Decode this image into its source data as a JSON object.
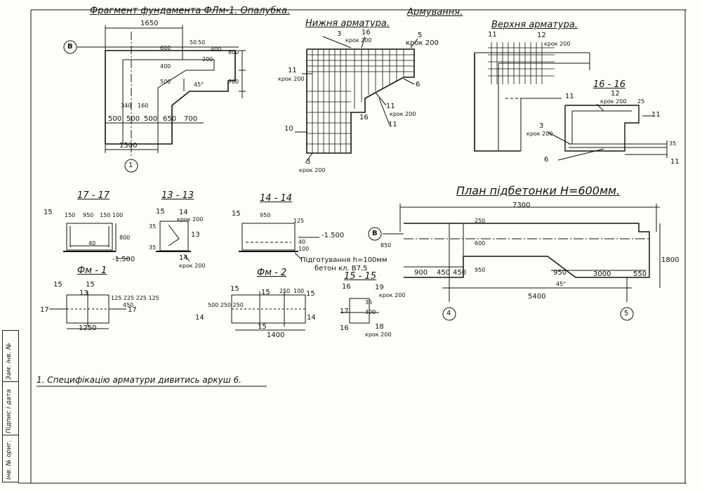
{
  "titles": {
    "formwork": "Фрагмент фундамента ФЛм-1. Опалубка.",
    "reinforcement": "Армування.",
    "bottom": "Нижня арматура.",
    "top": "Верхня арматура.",
    "sec1616": "16 - 16",
    "sec1717": "17 - 17",
    "sec1313": "13 - 13",
    "sec1414": "14 - 14",
    "fm1": "Фм - 1",
    "fm2": "Фм - 2",
    "sec1515": "15 - 15",
    "plan": "План підбетонки Н=600мм."
  },
  "formwork": {
    "axisB": "В",
    "axis1": "1",
    "d1650": "1650",
    "d800": "800",
    "d700": "700",
    "d400a": "400",
    "d600": "600",
    "d50a": "50",
    "d50b": "50",
    "d200": "200",
    "d400b": "400",
    "d500v": "500",
    "ang45": "45°",
    "d340": "340",
    "d160": "160",
    "b500a": "500",
    "b500b": "500",
    "b500c": "500",
    "b650": "650",
    "b700": "700",
    "d1500": "1500"
  },
  "bottom": {
    "m3": "3",
    "m16": "16",
    "m5": "5",
    "step200a": "крок 200",
    "m11": "11",
    "step200b": "крок 200",
    "m6": "6",
    "m11b": "11",
    "step200c": "крок 200",
    "m16b": "16",
    "m11c": "11",
    "m10": "10",
    "m3b": "3",
    "step200d": "крок 200"
  },
  "top": {
    "m11": "11",
    "m12": "12",
    "step200a": "крок 200",
    "m11b": "11",
    "m12b": "12",
    "step200b": "крок 200",
    "m25": "25",
    "m11c": "11",
    "m3": "3",
    "step200c": "крок 200",
    "m35": "35",
    "m6": "6",
    "m11d": "11"
  },
  "s1717": {
    "m15": "15",
    "d150a": "150",
    "d950": "950",
    "d150b": "150",
    "d100": "100",
    "d800": "800",
    "d40": "40",
    "lvl": "-1.500"
  },
  "s1313": {
    "m15": "15",
    "m14": "14",
    "step200a": "крок 200",
    "m13": "13",
    "m35a": "35",
    "m35b": "35",
    "m14b": "14",
    "step200b": "крок 200"
  },
  "s1414": {
    "m15": "15",
    "d950": "950",
    "d125": "125",
    "d40": "40",
    "d100": "100",
    "lvl": "-1.500",
    "prep": "Підготування h=100мм",
    "concrete": "бетон кл. В7,5"
  },
  "fm1": {
    "m15": "15",
    "m15b": "15",
    "m13": "13",
    "m17a": "17",
    "m17b": "17",
    "d1250": "1250",
    "dims": "125 225 225 125",
    "d450": "450"
  },
  "fm2": {
    "m15": "15",
    "m15b": "15",
    "m15c": "15",
    "d250": "250",
    "d100": "100",
    "m14a": "14",
    "m14b": "14",
    "dims": "500 250 250",
    "d1400": "1400",
    "m15d": "15"
  },
  "s1515": {
    "m16": "16",
    "m19": "19",
    "step200a": "крок 200",
    "m17": "17",
    "m16b": "16",
    "m18": "18",
    "step200b": "крок 200",
    "d300": "300",
    "d35": "35"
  },
  "plan": {
    "axisB": "В",
    "axis4": "4",
    "axis5": "5",
    "d7300": "7300",
    "d250": "250",
    "d600": "600",
    "d850": "850",
    "d950v": "950",
    "d1800": "1800",
    "d900": "900",
    "d450a": "450",
    "d450b": "450",
    "d950": "950",
    "d3000": "3000",
    "d550": "550",
    "ang45": "45°",
    "d5400": "5400"
  },
  "note": "1. Специфікацію арматури дивитись аркуш 6.",
  "stamp": {
    "inv_orig": "Інв. № ориг.",
    "sign_date": "Підпис і дата",
    "replace_inv": "Зам. інв. №"
  }
}
